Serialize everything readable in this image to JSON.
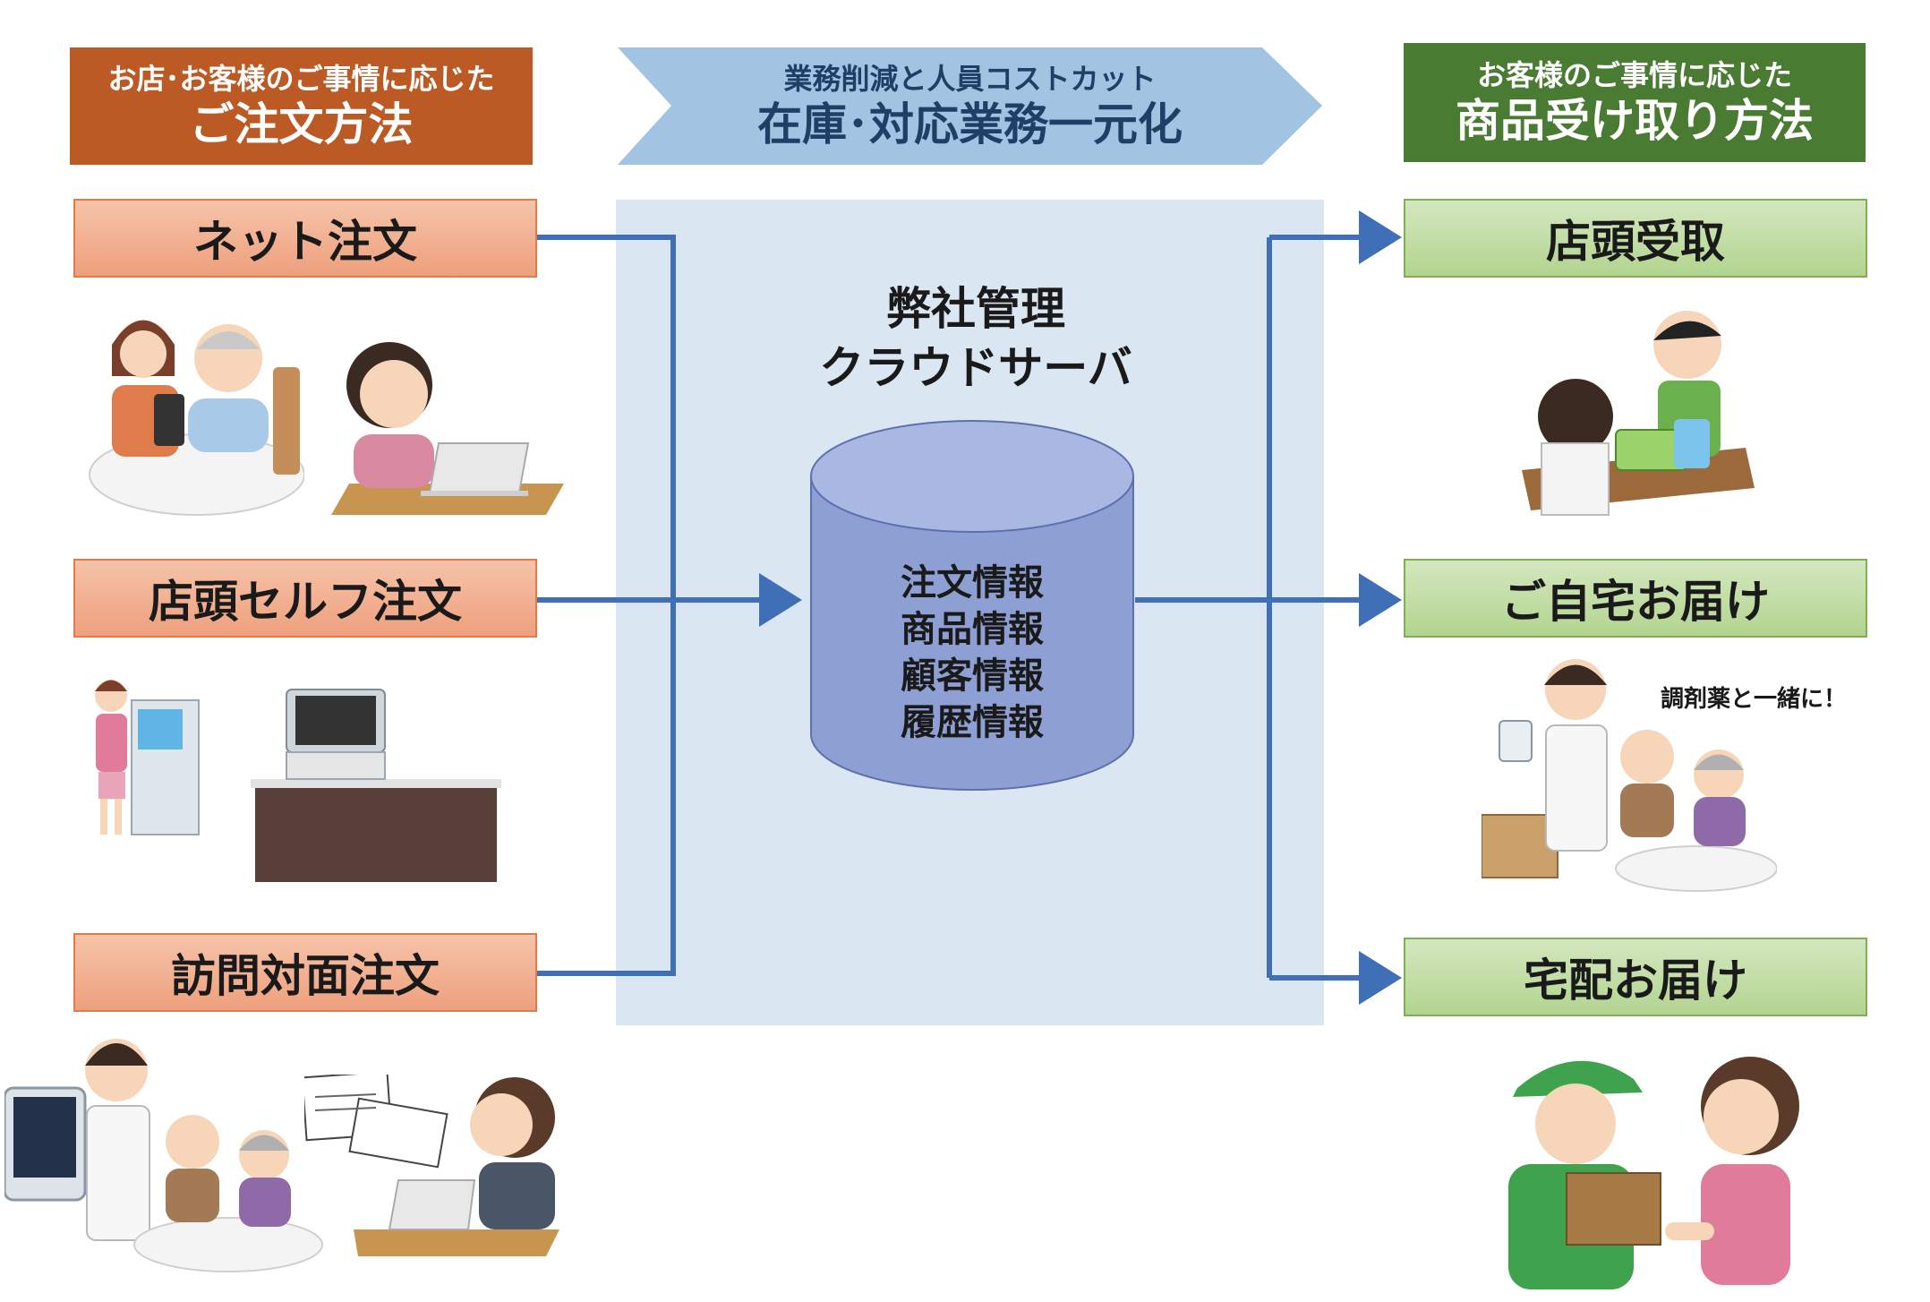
{
  "left_header": {
    "sub": "お店･お客様のご事情に応じた",
    "main": "ご注文方法",
    "color": "#bb5a24"
  },
  "center_header": {
    "sub": "業務削減と人員コストカット",
    "main": "在庫･対応業務一元化",
    "color": "#a3c3e3"
  },
  "right_header": {
    "sub": "お客様のご事情に応じた",
    "main": "商品受け取り方法",
    "color": "#4a7b32"
  },
  "order_methods": [
    {
      "label": "ネット注文"
    },
    {
      "label": "店頭セルフ注文"
    },
    {
      "label": "訪問対面注文"
    }
  ],
  "server": {
    "title_line1": "弊社管理",
    "title_line2": "クラウドサーバ",
    "data_items": [
      "注文情報",
      "商品情報",
      "顧客情報",
      "履歴情報"
    ]
  },
  "delivery_methods": [
    {
      "label": "店頭受取"
    },
    {
      "label": "ご自宅お届け",
      "note": "調剤薬と一緒に！"
    },
    {
      "label": "宅配お届け"
    }
  ],
  "colors": {
    "connector": "#3f6fb7",
    "panel": "#dbe6f3",
    "cylinder": "#9fb0dc"
  },
  "illustrations": [
    "caregiver-elderly-smartphone-illustration",
    "woman-laptop-illustration",
    "woman-kiosk-illustration",
    "self-order-terminal-illustration",
    "pharmacist-tablet-illustration",
    "pharmacist-elderly-couple-illustration",
    "order-forms-illustration",
    "woman-laptop-desk-illustration",
    "pharmacy-counter-pickup-illustration",
    "pharmacist-home-delivery-illustration",
    "delivery-courier-illustration",
    "woman-receiving-package-illustration"
  ]
}
